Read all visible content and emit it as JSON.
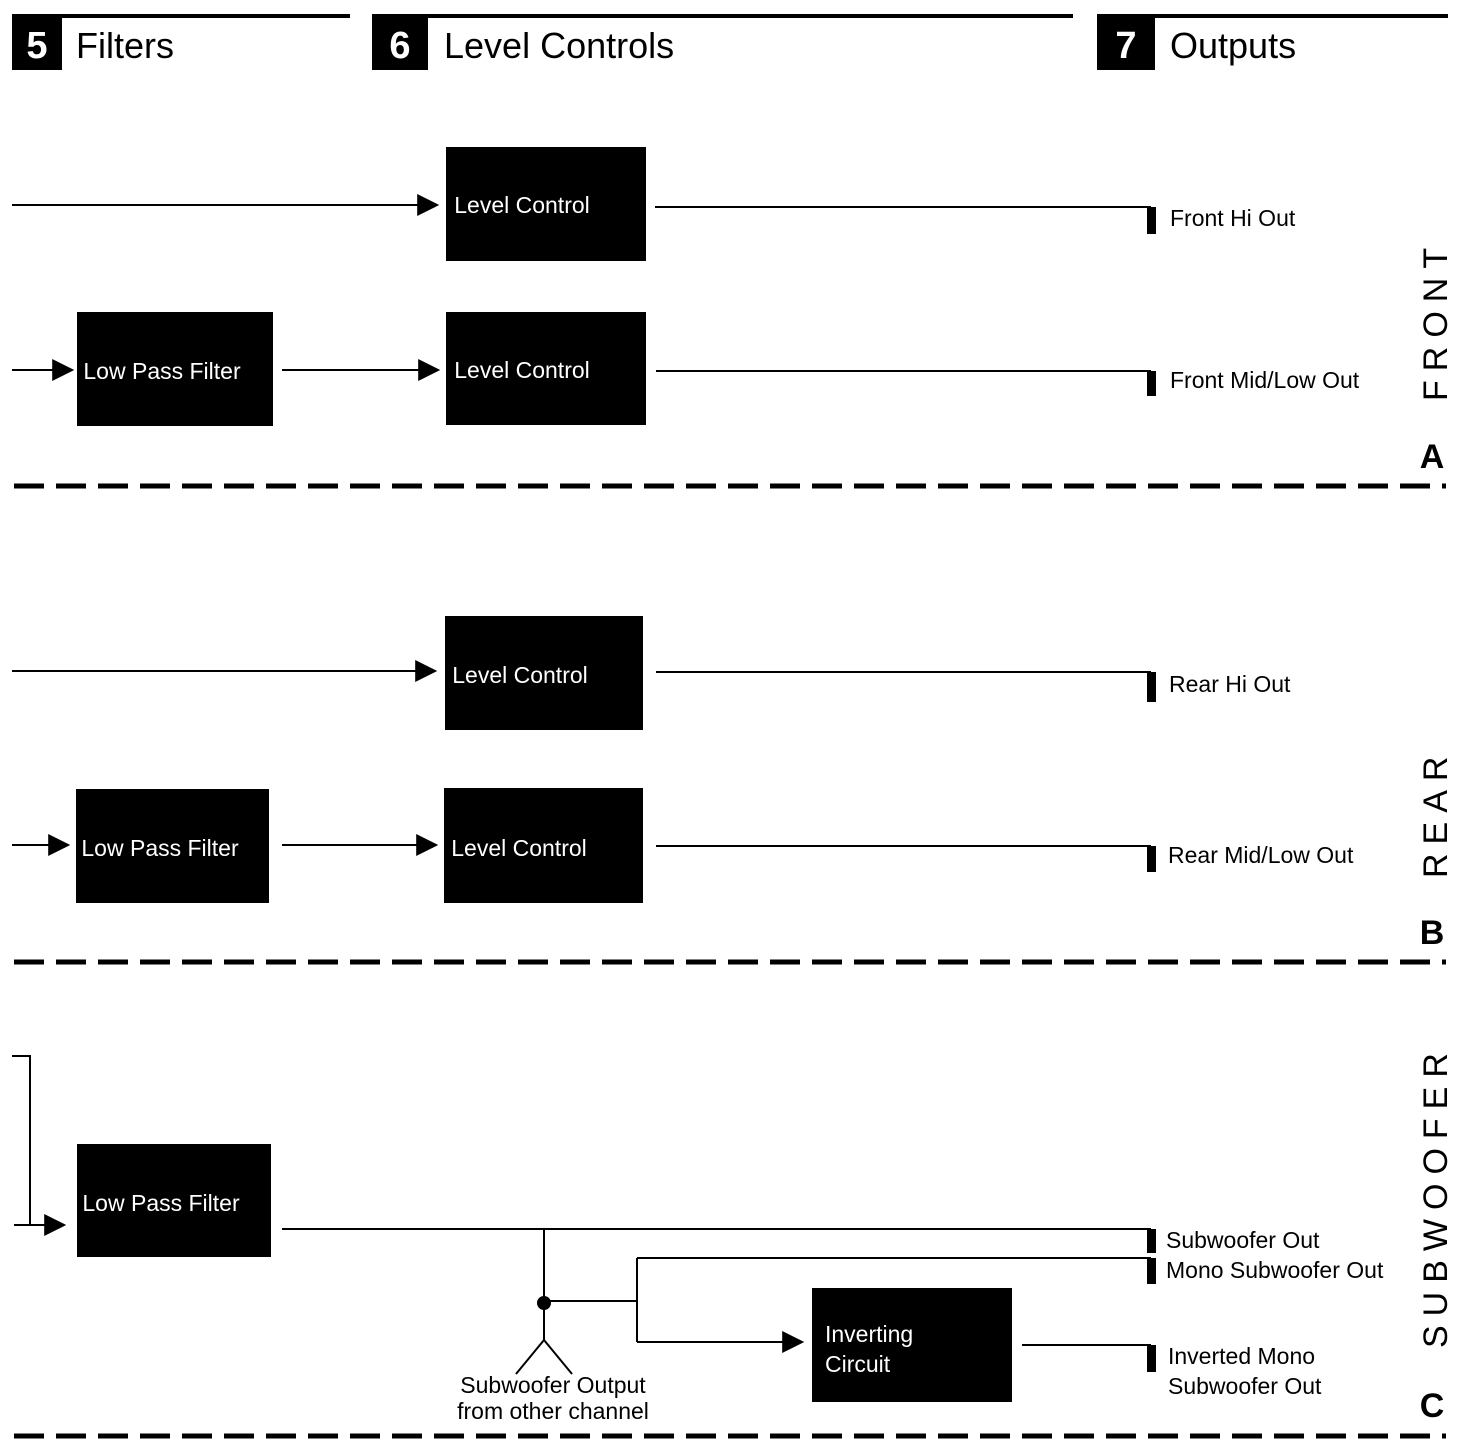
{
  "headers": [
    {
      "number": "5",
      "title": "Filters"
    },
    {
      "number": "6",
      "title": "Level Controls"
    },
    {
      "number": "7",
      "title": "Outputs"
    }
  ],
  "sections": {
    "front": {
      "label": "FRONT",
      "letter": "A"
    },
    "rear": {
      "label": "REAR",
      "letter": "B"
    },
    "subwoofer": {
      "label": "SUBWOOFER",
      "letter": "C"
    }
  },
  "blocks": {
    "level_control": "Level Control",
    "low_pass_filter": "Low Pass Filter",
    "inverting_circuit_line1": "Inverting",
    "inverting_circuit_line2": "Circuit"
  },
  "outputs": {
    "front_hi": "Front Hi Out",
    "front_mid_low": "Front Mid/Low Out",
    "rear_hi": "Rear Hi Out",
    "rear_mid_low": "Rear Mid/Low Out",
    "subwoofer": "Subwoofer Out",
    "mono_subwoofer": "Mono Subwoofer Out",
    "inverted_mono_line1": "Inverted Mono",
    "inverted_mono_line2": "Subwoofer Out"
  },
  "notes": {
    "other_channel_line1": "Subwoofer Output",
    "other_channel_line2": "from other channel"
  }
}
